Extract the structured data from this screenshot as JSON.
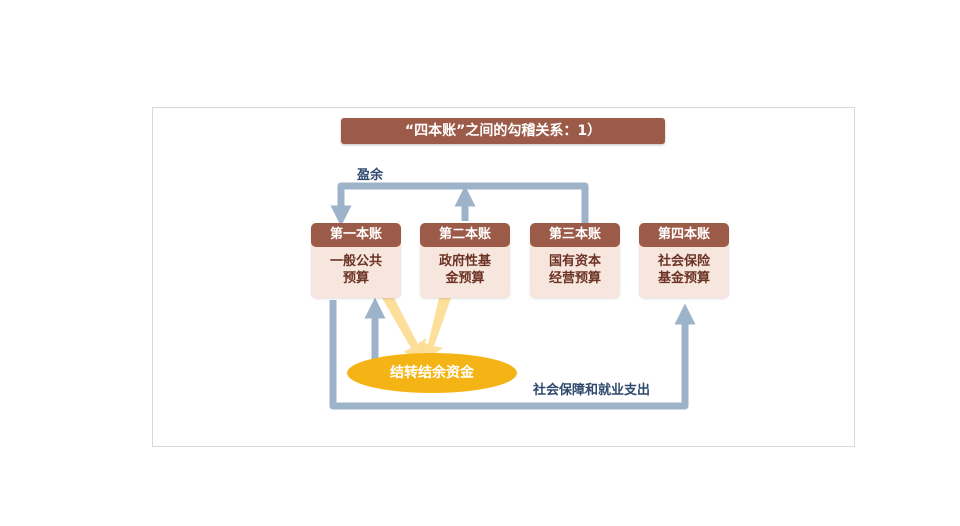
{
  "title": "“四本账”之间的勾稽关系：1）",
  "books": [
    {
      "header": "第一本账",
      "line1": "一般公共",
      "line2": "预算"
    },
    {
      "header": "第二本账",
      "line1": "政府性基",
      "line2": "金预算"
    },
    {
      "header": "第三本账",
      "line1": "国有资本",
      "line2": "经营预算"
    },
    {
      "header": "第四本账",
      "line1": "社会保险",
      "line2": "基金预算"
    }
  ],
  "labels": {
    "surplus": "盈余",
    "fund": "结转结余资金",
    "social": "社会保障和就业支出"
  },
  "colors": {
    "title_bg": "#9c5a48",
    "book_header_bg": "#9c5a48",
    "book_body_bg": "#f7e6de",
    "arrow": "#9db3c9",
    "fund_ellipse": "#f5b415",
    "fund_arrow": "#fbdc8f"
  }
}
